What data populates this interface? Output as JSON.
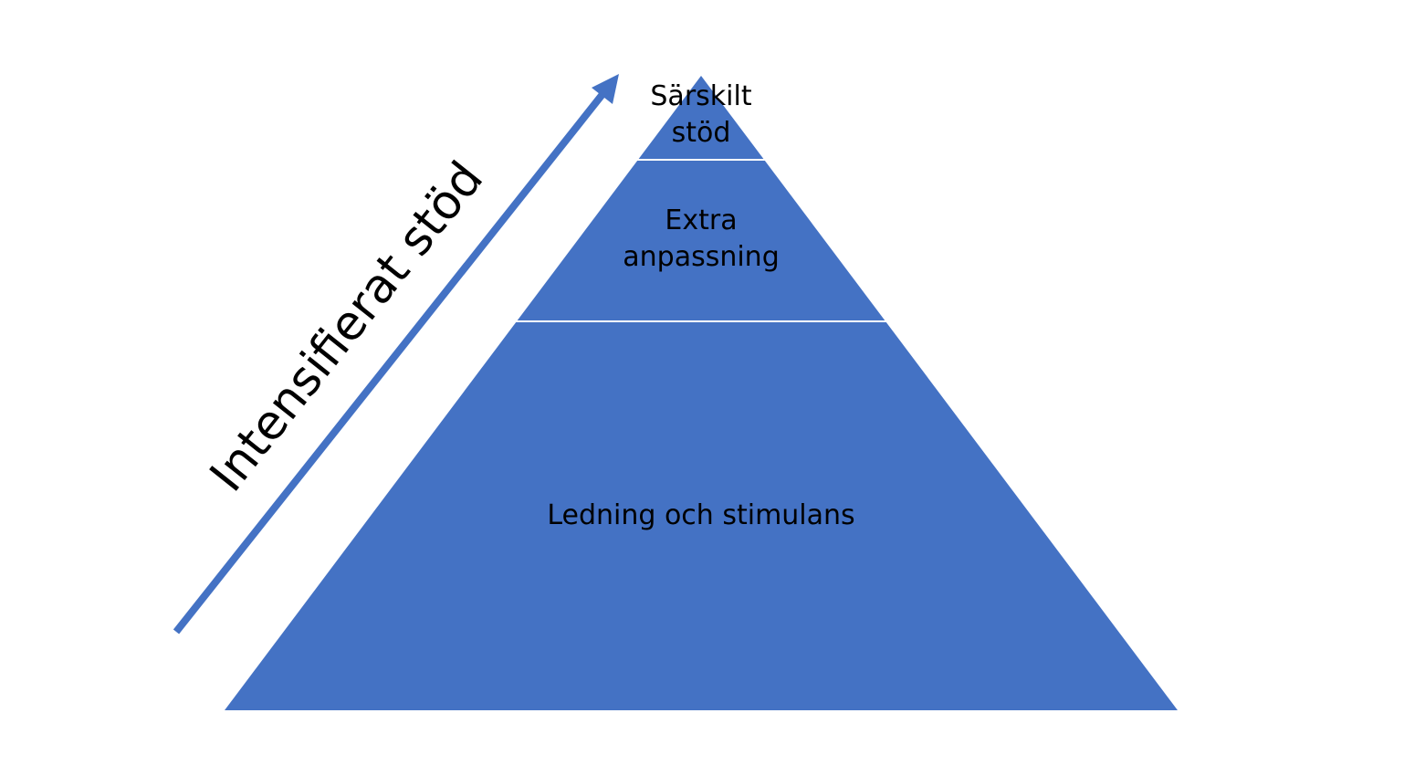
{
  "colors": {
    "fill": "#4472C4",
    "divider": "#FFFFFF",
    "text": "#000000"
  },
  "arrow": {
    "label": "Intensifierat stöd",
    "icon": "arrow-up-right-icon"
  },
  "pyramid": {
    "levels": [
      {
        "line1": "Särskilt",
        "line2": "stöd"
      },
      {
        "line1": "Extra",
        "line2": "anpassning"
      },
      {
        "line1": "Ledning och stimulans"
      }
    ]
  }
}
